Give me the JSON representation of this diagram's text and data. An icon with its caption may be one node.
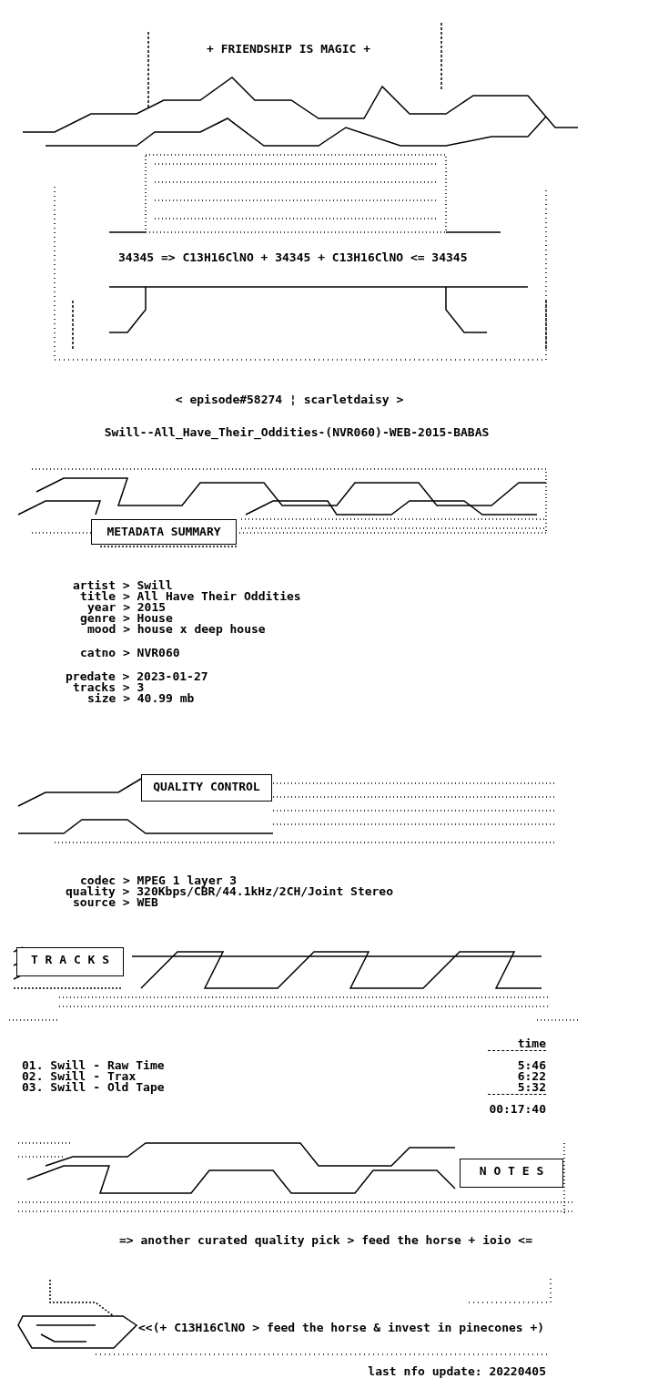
{
  "diagram": {
    "nodes": [
      {
        "text": [
          "METADATA SUMMARY"
        ]
      },
      {
        "text": [
          "QUALITY CONTROL"
        ]
      },
      {
        "text": [
          "T R A C K S"
        ]
      },
      {
        "text": [
          "N O T E S"
        ]
      }
    ],
    "labels": [
      "+ FRIENDSHIP IS MAGIC +",
      "34345 => C13H16ClNO + 34345 + C13H16ClNO <= 34345",
      "< episode#58274 ¦ scarletdaisy >",
      "Swill--All_Have_Their_Oddities-(NVR060)-WEB-2015-BABAS",
      "artist > Swill",
      "title > All Have Their Oddities",
      "year > 2015",
      "genre > House",
      "mood > house x deep house",
      "catno > NVR060",
      "predate > 2023-01-27",
      "tracks > 3",
      "size > 40.99 mb",
      "codec > MPEG 1 layer 3",
      "quality > 320Kbps/CBR/44.1kHz/2CH/Joint Stereo",
      "source > WEB",
      "time",
      "01. Swill - Raw Time",
      "5:46",
      "02. Swill - Trax",
      "6:22",
      "03. Swill - Old Tape",
      "5:32",
      "00:17:40",
      "=> another curated quality pick > feed the horse + ioio <=",
      "<<(+ C13H16ClNO > feed the horse & invest in pinecones +)",
      "last nfo update: 20220405"
    ]
  }
}
